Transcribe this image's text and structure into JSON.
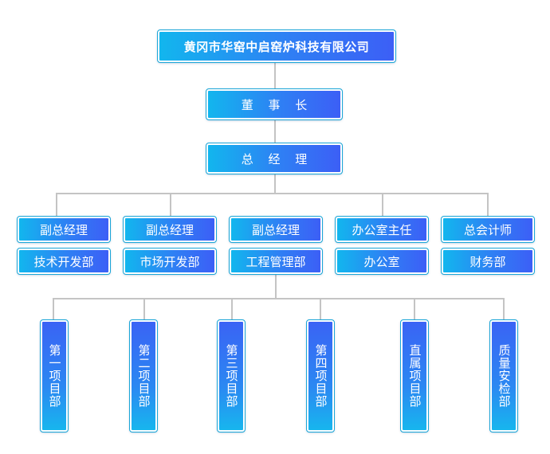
{
  "company": {
    "name": "黄冈市华窑中启窑炉科技有限公司"
  },
  "chairman": {
    "label": "董 事 长"
  },
  "general_manager": {
    "label": "总 经 理"
  },
  "executives": [
    {
      "title": "副总经理",
      "department": "技术开发部"
    },
    {
      "title": "副总经理",
      "department": "市场开发部"
    },
    {
      "title": "副总经理",
      "department": "工程管理部"
    },
    {
      "title": "办公室主任",
      "department": "办公室"
    },
    {
      "title": "总会计师",
      "department": "财务部"
    }
  ],
  "project_departments": [
    "第一项目部",
    "第二项目部",
    "第三项目部",
    "第四项目部",
    "直属项目部",
    "质量安检部"
  ],
  "colors": {
    "box_gradient_start": "#12b6ee",
    "box_gradient_end": "#3c5ff6",
    "box_border": "#1aa6d8",
    "connector": "#c4c4c4",
    "text": "#ffffff"
  }
}
